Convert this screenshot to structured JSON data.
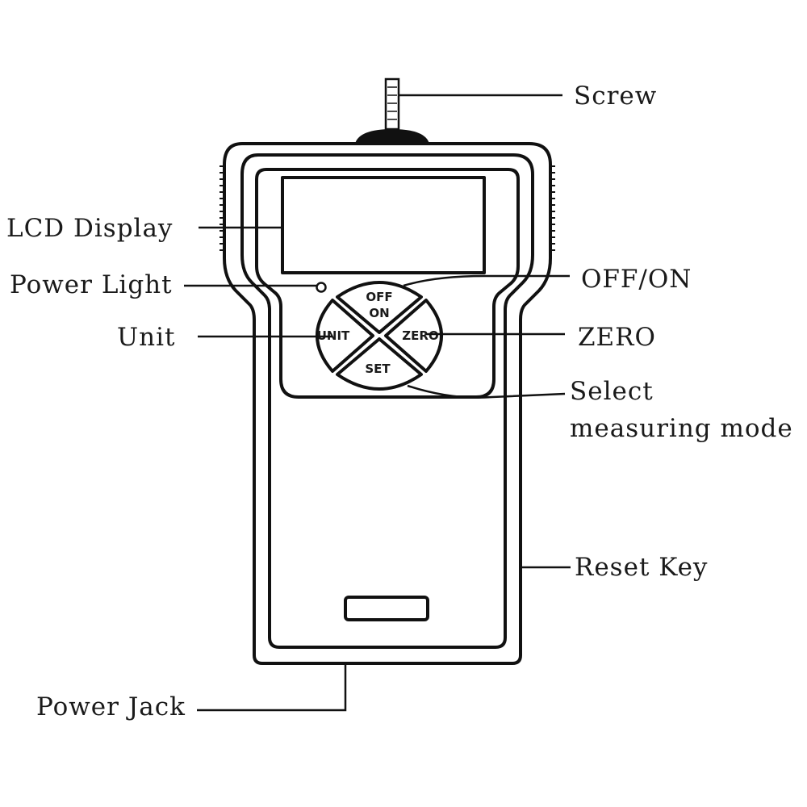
{
  "labels": {
    "screw": "Screw",
    "lcd_display": "LCD Display",
    "power_light": "Power Light",
    "unit": "Unit",
    "off_on": "OFF/ON",
    "zero": "ZERO",
    "select_line1": "Select",
    "select_line2": "measuring mode",
    "reset_key": "Reset Key",
    "power_jack": "Power Jack"
  },
  "buttons": {
    "off_line1": "OFF",
    "off_line2": "ON",
    "unit": "UNIT",
    "zero": "ZERO",
    "set": "SET"
  },
  "colors": {
    "line": "#111111",
    "background": "#ffffff"
  }
}
